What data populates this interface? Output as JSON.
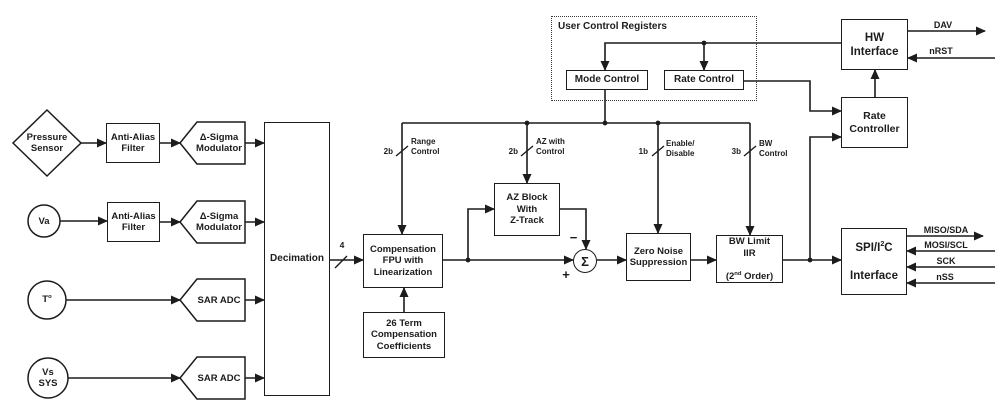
{
  "colors": {
    "line": "#1c1c1c",
    "text": "#1c1c1c",
    "background": "#ffffff"
  },
  "sources": {
    "pressure": "Pressure\nSensor",
    "va": "Va",
    "temp_base": "T",
    "temp_sup": "o",
    "vs": "Vs\nSYS"
  },
  "blocks": {
    "aaf1": "Anti-Alias\nFilter",
    "aaf2": "Anti-Alias\nFilter",
    "dsm1": "Δ-Sigma\nModulator",
    "dsm2": "Δ-Sigma\nModulator",
    "sar1": "SAR ADC",
    "sar2": "SAR ADC",
    "decimation": "Decimation",
    "fpu": "Compensation\nFPU with\nLinearization",
    "coeff": "26 Term\nCompensation\nCoefficients",
    "az": "AZ Block\nWith\nZ-Track",
    "zns": "Zero Noise\nSuppression",
    "bw_l12": "BW Limit\nIIR",
    "bw_l3a": "(2",
    "bw_l3sup": "nd",
    "bw_l3b": " Order)",
    "spi_l1a": "SPI/I",
    "spi_l1sup": "2",
    "spi_l1b": "C",
    "spi_l2": "Interface",
    "hw": "HW\nInterface",
    "rate_controller": "Rate\nController",
    "mode_control": "Mode Control",
    "rate_control": "Rate Control",
    "ucr_title": "User Control Registers"
  },
  "control_taps": [
    {
      "bits": "2b",
      "label": "Range\nControl"
    },
    {
      "bits": "2b",
      "label": "AZ with\nControl"
    },
    {
      "bits": "1b",
      "label": "Enable/\nDisable"
    },
    {
      "bits": "3b",
      "label": "BW\nControl"
    }
  ],
  "signals": {
    "dav": "DAV",
    "nrst": "nRST",
    "miso": "MISO/SDA",
    "mosi": "MOSI/SCL",
    "sck": "SCK",
    "nss": "nSS"
  },
  "annotations": {
    "bus_width": "4",
    "sum": "Σ",
    "minus": "−",
    "plus": "+"
  }
}
